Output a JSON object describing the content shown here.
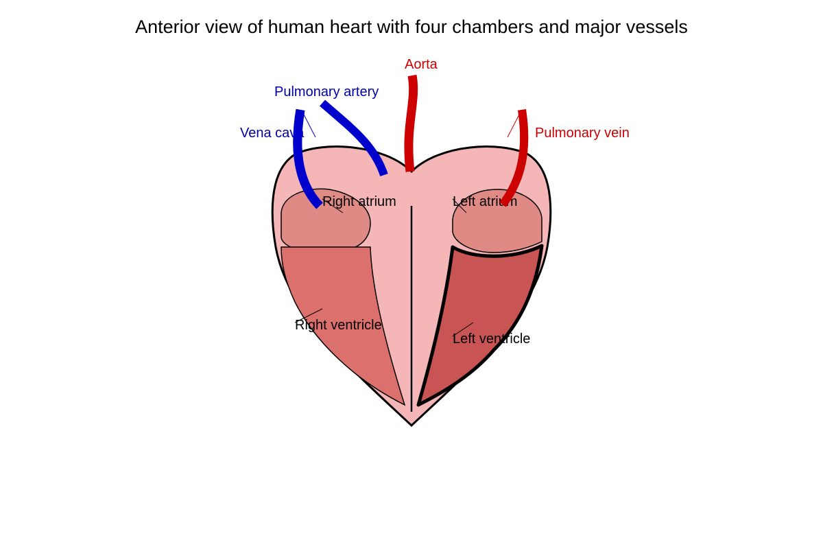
{
  "title": "Anterior view of human heart with four chambers and major vessels",
  "colors": {
    "heart_fill": "#f4b6b6",
    "atrium_fill": "#e08a86",
    "right_ventricle_fill": "#dc706d",
    "left_ventricle_fill": "#c95454",
    "deoxygenated_vessel": "#0000cc",
    "oxygenated_vessel": "#cc0000",
    "outline": "#000000"
  },
  "labels": {
    "aorta": "Aorta",
    "pulmonary_artery": "Pulmonary artery",
    "vena_cava": "Vena cava",
    "pulmonary_vein": "Pulmonary vein",
    "right_atrium": "Right atrium",
    "left_atrium": "Left atrium",
    "right_ventricle": "Right ventricle",
    "left_ventricle": "Left ventricle"
  }
}
